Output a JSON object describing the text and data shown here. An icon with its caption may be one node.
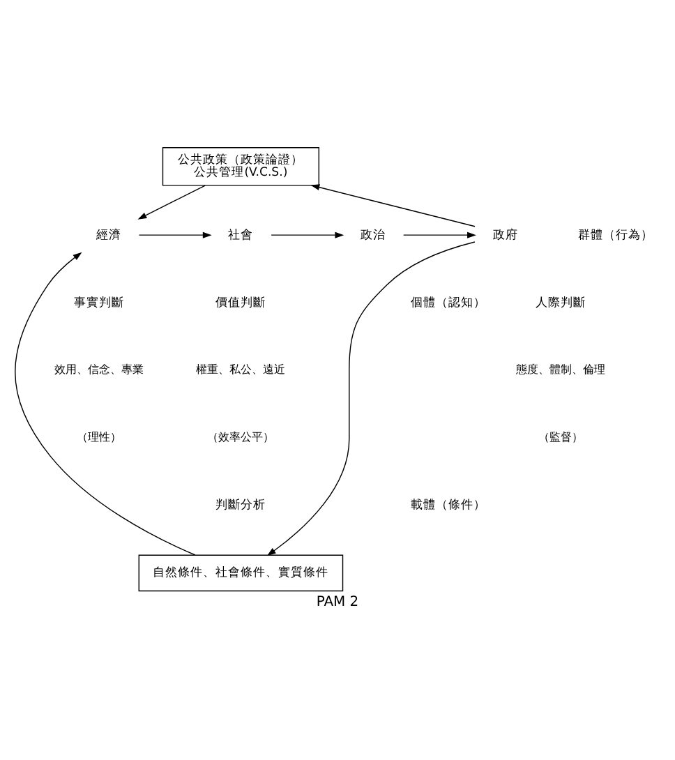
{
  "diagram": {
    "caption": "PAM 2",
    "nodes": [
      {
        "text": [
          "公共政策（政策論證）",
          "公共管理(V.C.S.)"
        ]
      },
      {
        "text": [
          "經濟"
        ]
      },
      {
        "text": [
          "社會"
        ]
      },
      {
        "text": [
          "政治"
        ]
      },
      {
        "text": [
          "政府"
        ]
      },
      {
        "text": [
          "自然條件、社會條件、實質條件"
        ]
      }
    ],
    "edges": [
      {
        "from": 1,
        "to": 2,
        "arrow": "to"
      },
      {
        "from": 2,
        "to": 3,
        "arrow": "to"
      },
      {
        "from": 3,
        "to": 4,
        "arrow": "to"
      },
      {
        "from": 4,
        "to": 0,
        "arrow": "to"
      },
      {
        "from": 0,
        "to": 1,
        "arrow": "to"
      },
      {
        "from": 4,
        "to": 5,
        "arrow": "to"
      },
      {
        "from": 5,
        "to": 1,
        "arrow": "to"
      }
    ],
    "labels": [
      "事實判斷",
      "價值判斷",
      "人際判斷",
      "效用、信念、專業",
      "權重、私公、遠近",
      "態度、體制、倫理",
      "（理性）",
      "（效率公平）",
      "（監督）",
      "判斷分析",
      "群體（行為）",
      "個體（認知）",
      "載體（條件）"
    ]
  }
}
